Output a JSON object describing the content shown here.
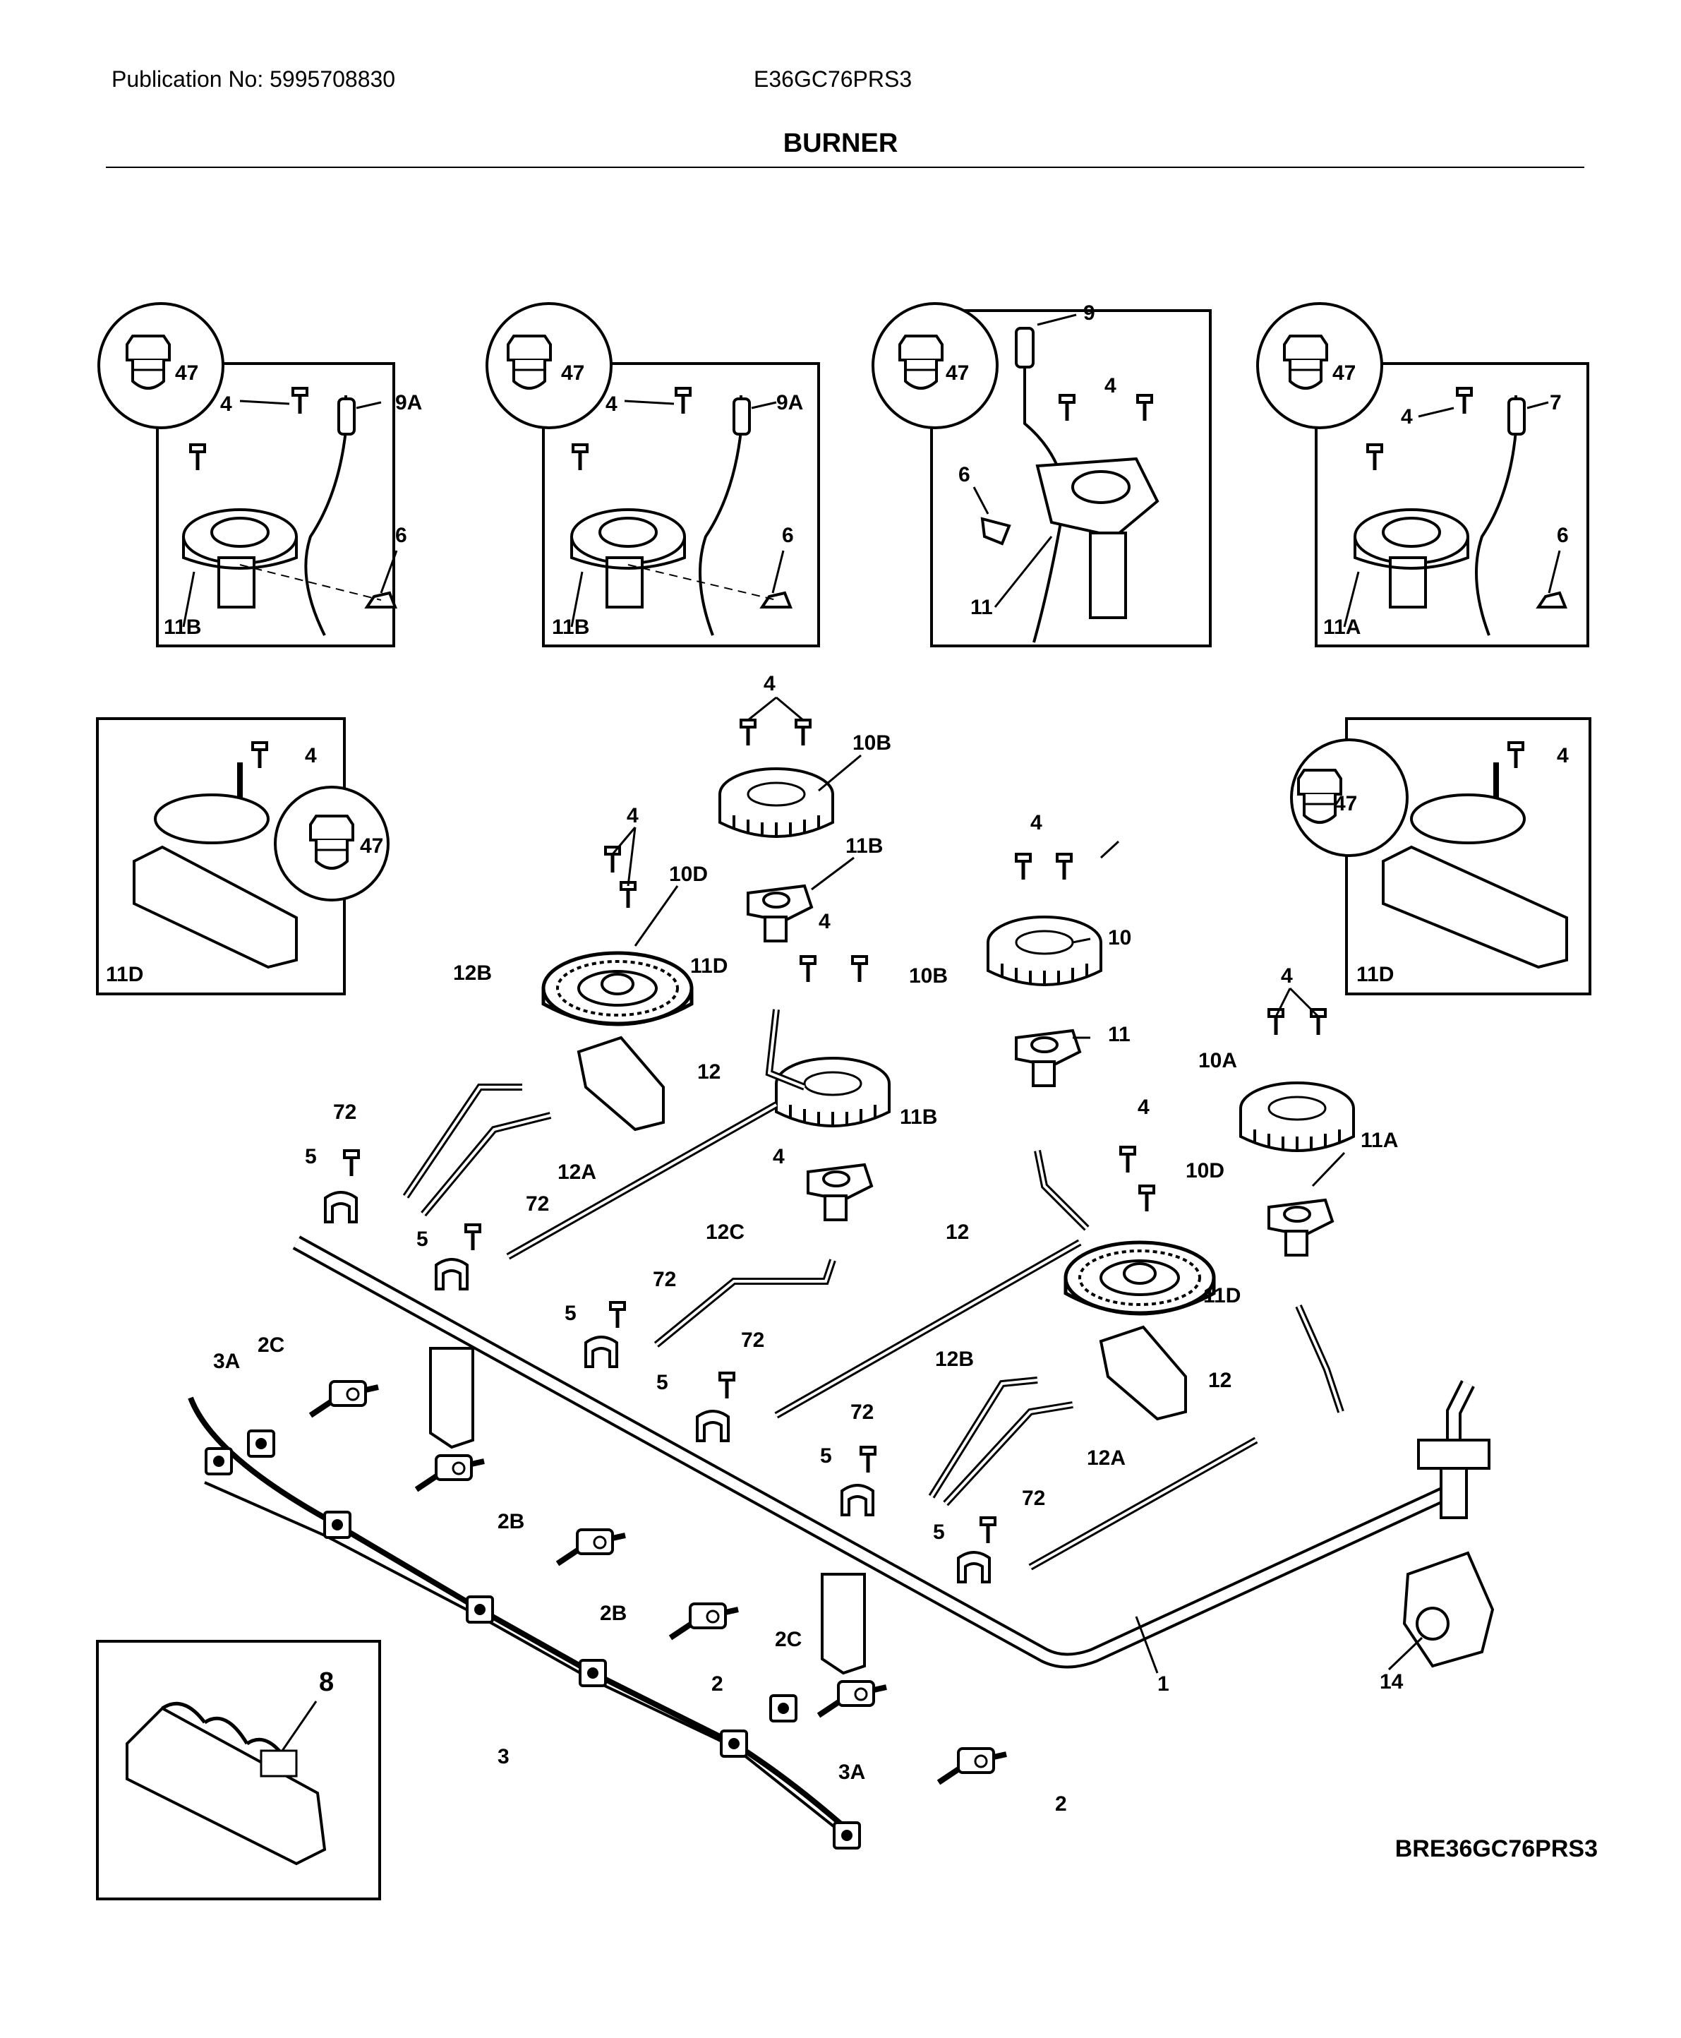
{
  "header": {
    "publication": "Publication No: 5995708830",
    "model": "E36GC76PRS3",
    "section_title": "BURNER"
  },
  "footer": {
    "diagram_id": "BRE36GC76PRS3"
  },
  "callouts": {
    "c1": "1",
    "c2a": "2",
    "c2b": "2",
    "c2B1": "2B",
    "c2B2": "2B",
    "c2C1": "2C",
    "c2C2": "2C",
    "c3": "3",
    "c3A1": "3A",
    "c3A2": "3A",
    "c4a": "4",
    "c4b": "4",
    "c4c": "4",
    "c4d": "4",
    "c4e": "4",
    "c4f": "4",
    "c4g": "4",
    "c4h": "4",
    "c4i": "4",
    "c4j": "4",
    "c4k": "4",
    "c4l": "4",
    "c4m": "4",
    "c5a": "5",
    "c5b": "5",
    "c5c": "5",
    "c5d": "5",
    "c5e": "5",
    "c5f": "5",
    "c6a": "6",
    "c6b": "6",
    "c6c": "6",
    "c6d": "6",
    "c7": "7",
    "c8": "8",
    "c9": "9",
    "c9Aa": "9A",
    "c9Ab": "9A",
    "c10": "10",
    "c10A": "10A",
    "c10Ba": "10B",
    "c10Bb": "10B",
    "c10Da": "10D",
    "c10Db": "10D",
    "c11a": "11",
    "c11b": "11",
    "c11Aa": "11A",
    "c11Ab": "11A",
    "c11Ba": "11B",
    "c11Bb": "11B",
    "c11Bc": "11B",
    "c11Bd": "11B",
    "c11Da": "11D",
    "c11Db": "11D",
    "c11Dc": "11D",
    "c11Dd": "11D",
    "c12a": "12",
    "c12b": "12",
    "c12c": "12",
    "c12Aa": "12A",
    "c12Ab": "12A",
    "c12Ba": "12B",
    "c12Bb": "12B",
    "c12C": "12C",
    "c14": "14",
    "c47a": "47",
    "c47b": "47",
    "c47c": "47",
    "c47d": "47",
    "c47e": "47",
    "c47f": "47",
    "c72a": "72",
    "c72b": "72",
    "c72c": "72",
    "c72d": "72",
    "c72e": "72",
    "c72f": "72"
  }
}
